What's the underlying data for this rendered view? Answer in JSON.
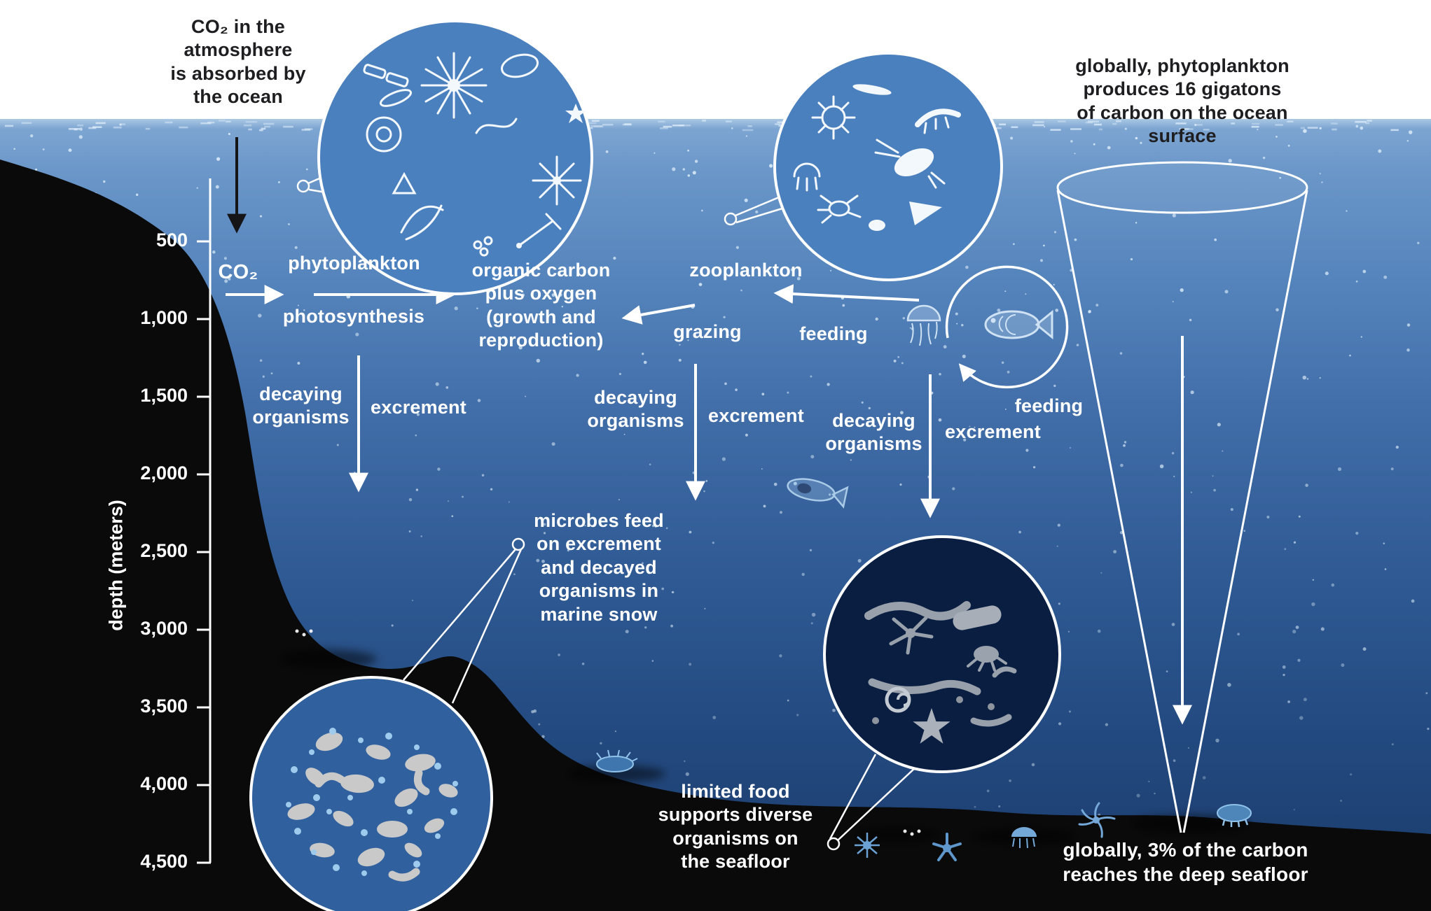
{
  "meta": {
    "title": "ocean carbon cycle diagram"
  },
  "colors": {
    "ocean_top": "#7da5d2",
    "ocean_deep": "#183765",
    "land": "#0a0a0a",
    "inset_fill": "#4b80bf",
    "microbes_inset_fill": "#30609d",
    "seafloor_inset_fill": "#0a1e42",
    "text_light": "#ffffff",
    "text_dark": "#1e1e20"
  },
  "axis": {
    "label": "depth (meters)",
    "ticks": [
      "500",
      "1,000",
      "1,500",
      "2,000",
      "2,500",
      "3,000",
      "3,500",
      "4,000",
      "4,500"
    ]
  },
  "notes": {
    "atmosphere": "CO₂ in the\natmosphere\nis absorbed by\nthe ocean",
    "global_production": "globally, phytoplankton\nproduces 16 gigatons\nof carbon on the ocean\nsurface",
    "global_seafloor": "globally, 3% of the carbon\nreaches the deep seafloor",
    "microbes": "microbes feed\non excrement\nand decayed\norganisms in\nmarine snow",
    "limited_food": "limited food\nsupports diverse\norganisms on\nthe seafloor"
  },
  "labels": {
    "co2": "CO₂",
    "phytoplankton": "phytoplankton",
    "photosynthesis": "photosynthesis",
    "organic_carbon": "organic carbon\nplus oxygen\n(growth and\nreproduction)",
    "zooplankton": "zooplankton",
    "grazing": "grazing",
    "feeding_upper": "feeding",
    "feeding_lower": "feeding",
    "decaying_left": "decaying\norganisms",
    "excrement_left": "excrement",
    "decaying_mid": "decaying\norganisms",
    "excrement_mid": "excrement",
    "decaying_right": "decaying\norganisms",
    "excrement_right": "excrement"
  },
  "icons": {
    "phytoplankton_inset": "phytoplankton-magnified-circle",
    "zooplankton_inset": "zooplankton-magnified-circle",
    "microbes_inset": "microbes-magnified-circle",
    "seafloor_inset": "seafloor-organisms-magnified-circle",
    "funnel": "carbon-flux-funnel",
    "fish": "fish-icon",
    "jellyfish": "jellyfish-icon",
    "sinking_fish": "sinking-dead-fish-icon"
  }
}
